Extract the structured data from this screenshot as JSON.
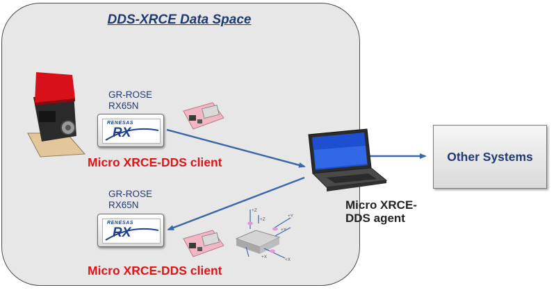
{
  "data_space": {
    "title": "DDS-XRCE Data Space"
  },
  "clients": [
    {
      "board_line1": "GR-ROSE",
      "board_line2": "RX65N",
      "brand": "RENESAS",
      "chip": "RX",
      "label": "Micro XRCE-DDS client"
    },
    {
      "board_line1": "GR-ROSE",
      "board_line2": "RX65N",
      "brand": "RENESAS",
      "chip": "RX",
      "label": "Micro XRCE-DDS client"
    }
  ],
  "agent": {
    "label_line1": "Micro XRCE-",
    "label_line2": "DDS agent"
  },
  "other_systems": {
    "label": "Other Systems"
  },
  "sensor_axes": [
    "+Z",
    "+Z",
    "+Y",
    "+Y",
    "+X",
    "+X"
  ],
  "colors": {
    "client_label": "#e11414",
    "title": "#1f3a72",
    "arrow": "#3a67a8"
  }
}
